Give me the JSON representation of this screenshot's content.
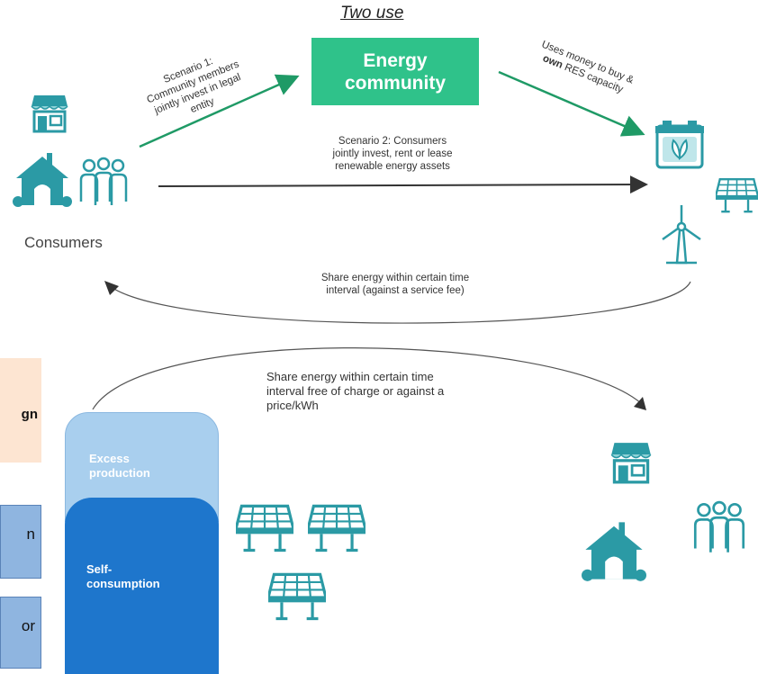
{
  "title": "Two use",
  "energy_community": {
    "line1": "Energy",
    "line2": "community"
  },
  "scenario1": [
    "Scenario 1:",
    "Community members",
    "jointly invest in legal",
    "entity"
  ],
  "uses_money": [
    "Uses money to buy &",
    "own RES capacity"
  ],
  "uses_money_bold": "own",
  "scenario2": [
    "Scenario 2: Consumers",
    "jointly invest, rent or lease",
    "renewable energy assets"
  ],
  "share_service": [
    "Share energy within certain time",
    "interval (against a service fee)"
  ],
  "share_free": [
    "Share energy within certain time",
    "interval free of charge or against a",
    "price/kWh"
  ],
  "consumers_label": "Consumers",
  "side_panels": {
    "peach": "gn",
    "blue1": "n",
    "blue2": "or"
  },
  "excess": [
    "Excess",
    "production"
  ],
  "self_consumption": [
    "Self-",
    "consumption"
  ],
  "colors": {
    "green": "#2fc28a",
    "teal": "#2b9aa5",
    "dark_blue": "#1e76cc",
    "light_blue": "#a9cfee"
  },
  "icons": [
    "shop-icon",
    "house-icon",
    "people-icon",
    "solar-battery-icon",
    "solar-panel-icon",
    "wind-turbine-icon"
  ]
}
